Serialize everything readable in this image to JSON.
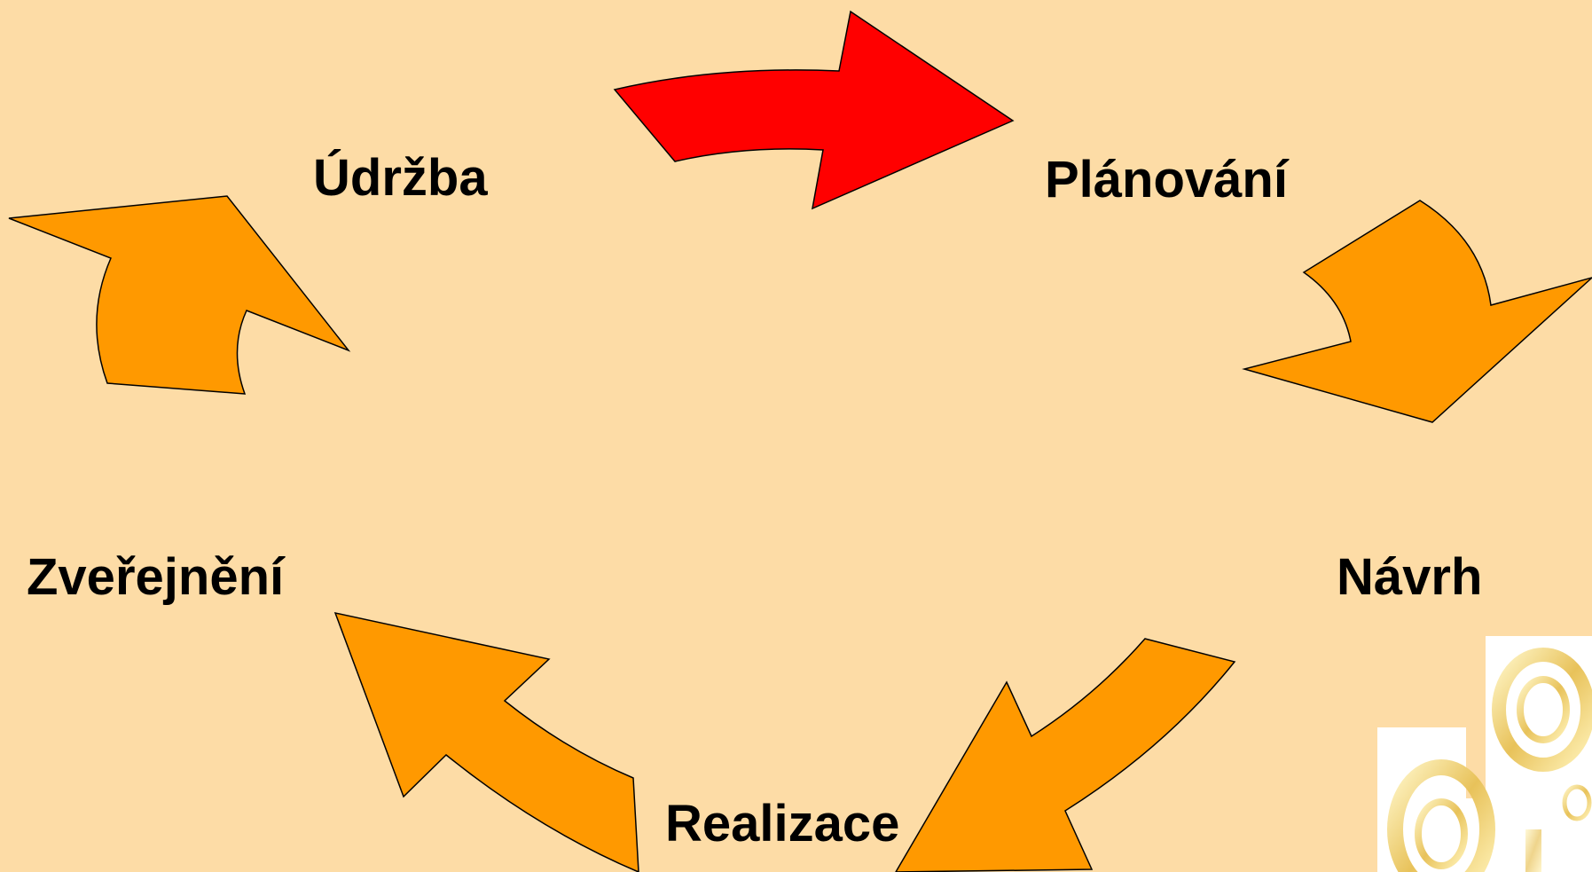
{
  "diagram": {
    "type": "cycle",
    "phases": [
      {
        "id": "udrzba",
        "label": "Údržba"
      },
      {
        "id": "planovani",
        "label": "Plánování"
      },
      {
        "id": "navrh",
        "label": "Návrh"
      },
      {
        "id": "realizace",
        "label": "Realizace"
      },
      {
        "id": "zverejneni",
        "label": "Zveřejnění"
      }
    ],
    "arrows": [
      {
        "from": "udrzba",
        "to": "planovani",
        "color": "#ff0000",
        "highlighted": true
      },
      {
        "from": "planovani",
        "to": "navrh",
        "color": "#ff9900",
        "highlighted": false
      },
      {
        "from": "navrh",
        "to": "realizace",
        "color": "#ff9900",
        "highlighted": false
      },
      {
        "from": "realizace",
        "to": "zverejneni",
        "color": "#ff9900",
        "highlighted": false
      },
      {
        "from": "zverejneni",
        "to": "udrzba",
        "color": "#ff9900",
        "highlighted": false
      }
    ]
  },
  "theme": {
    "background": "#fddca6",
    "arrow_default": "#ff9900",
    "arrow_active": "#ff0000",
    "outline": "#000000",
    "decoration_icon": "rings-logo-icon"
  }
}
